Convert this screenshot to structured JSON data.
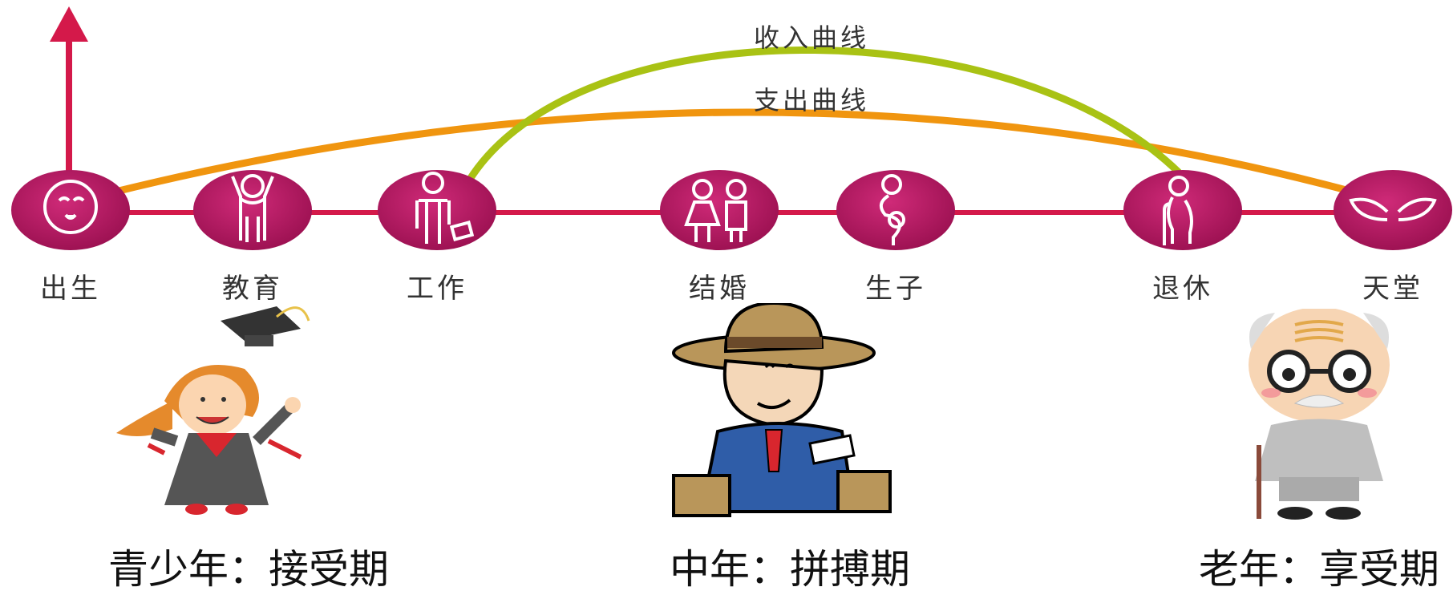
{
  "curves": {
    "income_label": "收入曲线",
    "expense_label": "支出曲线",
    "income_color": "#a9c214",
    "expense_color": "#f0950f"
  },
  "timeline": {
    "line_color": "#d4194a",
    "circle_color": "#b3155e",
    "milestones": [
      {
        "label": "出生",
        "icon": "baby-face-icon"
      },
      {
        "label": "教育",
        "icon": "child-arms-up-icon"
      },
      {
        "label": "工作",
        "icon": "worker-briefcase-icon"
      },
      {
        "label": "结婚",
        "icon": "couple-icon"
      },
      {
        "label": "生子",
        "icon": "pregnant-woman-icon"
      },
      {
        "label": "退休",
        "icon": "elderly-cane-icon"
      },
      {
        "label": "天堂",
        "icon": "angel-wings-icon"
      }
    ]
  },
  "stages": [
    {
      "label": "青少年：接受期",
      "figure": "graduate-girl-illustration"
    },
    {
      "label": "中年：拼搏期",
      "figure": "businessman-illustration"
    },
    {
      "label": "老年：享受期",
      "figure": "old-man-illustration"
    }
  ]
}
